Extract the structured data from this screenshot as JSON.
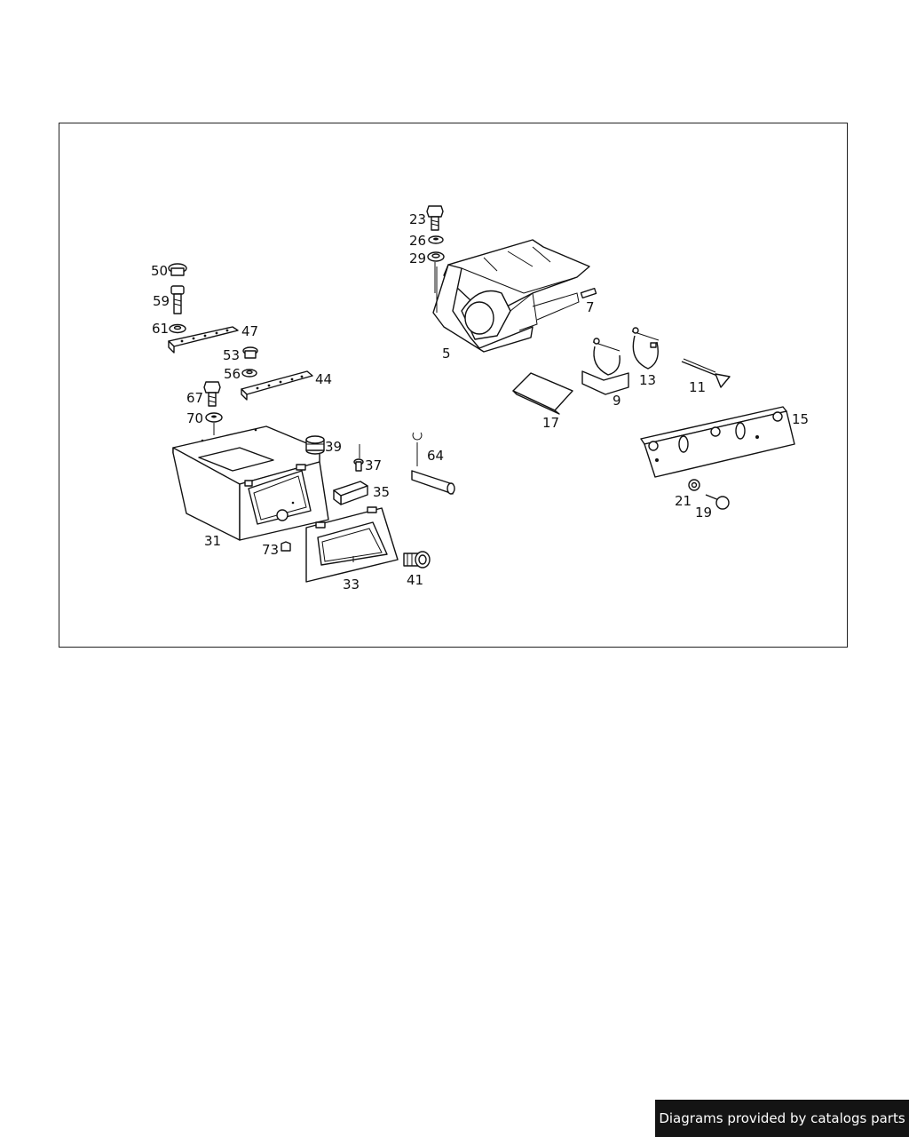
{
  "diagram": {
    "part_labels": [
      "23",
      "26",
      "29",
      "7",
      "5",
      "50",
      "59",
      "61",
      "47",
      "53",
      "56",
      "44",
      "67",
      "70",
      "39",
      "37",
      "35",
      "64",
      "31",
      "73",
      "33",
      "41",
      "9",
      "13",
      "11",
      "17",
      "15",
      "21",
      "19"
    ]
  },
  "footer": {
    "credit": "Diagrams provided by catalogs parts"
  }
}
